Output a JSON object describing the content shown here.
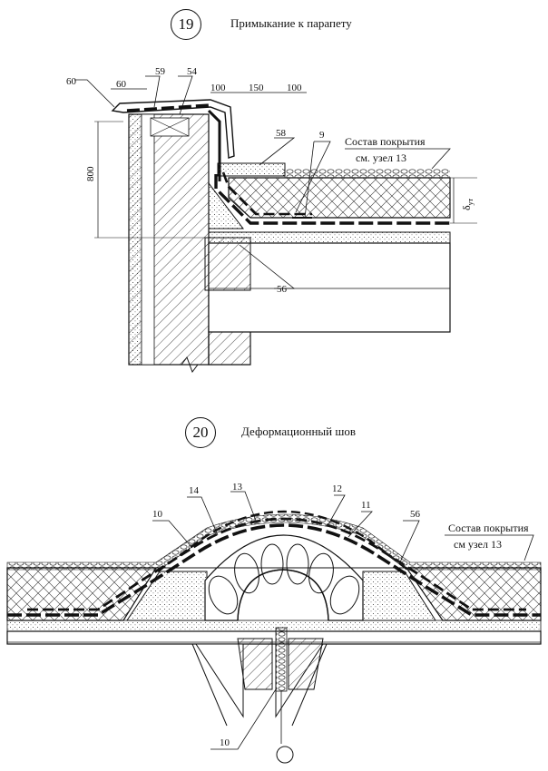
{
  "node19": {
    "number": "19",
    "title": "Примыкание к парапету",
    "callouts": {
      "c60": "60",
      "c59": "59",
      "c54": "54",
      "c58": "58",
      "c9": "9",
      "c56": "56"
    },
    "dims": {
      "d60": "60",
      "d100a": "100",
      "d150": "150",
      "d100b": "100",
      "d800": "800",
      "delta": "δ",
      "delta_sub": "ут"
    },
    "composition_label": "Состав покрытия",
    "composition_ref": "см. узел 13"
  },
  "node20": {
    "number": "20",
    "title": "Деформационный шов",
    "callouts": {
      "c14": "14",
      "c13": "13",
      "c12": "12",
      "c11": "11",
      "c10a": "10",
      "c56": "56",
      "c10b": "10"
    },
    "composition_label": "Состав покрытия",
    "composition_ref": "см  узел 13"
  }
}
